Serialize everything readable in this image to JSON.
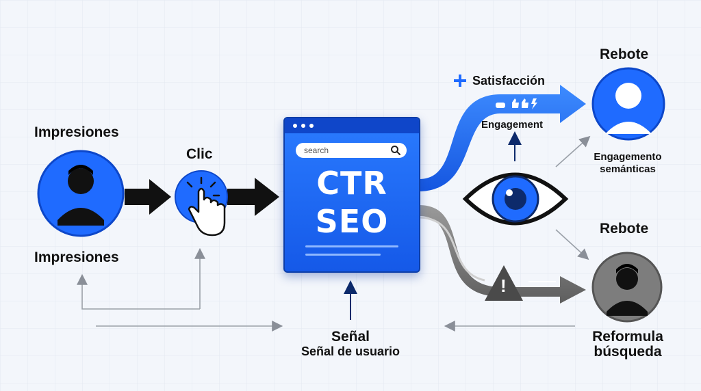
{
  "labels": {
    "impresiones_top": "Impresiones",
    "impresiones_bottom": "Impresiones",
    "clic": "Clic",
    "satisfaccion": "Satisfacción",
    "engagement": "Engagement",
    "rebote_top": "Rebote",
    "engagement_semanticas_line1": "Engagemento",
    "engagement_semanticas_line2": "semánticas",
    "rebote_bottom": "Rebote",
    "reformula_line1": "Reformula",
    "reformula_line2": "búsqueda",
    "senal": "Señal",
    "senal_usuario": "Señal de usuario"
  },
  "browser": {
    "search_placeholder": "search",
    "word_line1": "CTR",
    "word_line2": "SEO"
  },
  "icons": {
    "plus_sign": "+",
    "warning_mark": "!"
  },
  "colors": {
    "primary_blue": "#1f6bff",
    "dark_navy": "#0d2a6b",
    "arrow_dark": "#111111",
    "gray_path": "#8a8a8a",
    "avatar_gray": "#7d7d7d"
  }
}
